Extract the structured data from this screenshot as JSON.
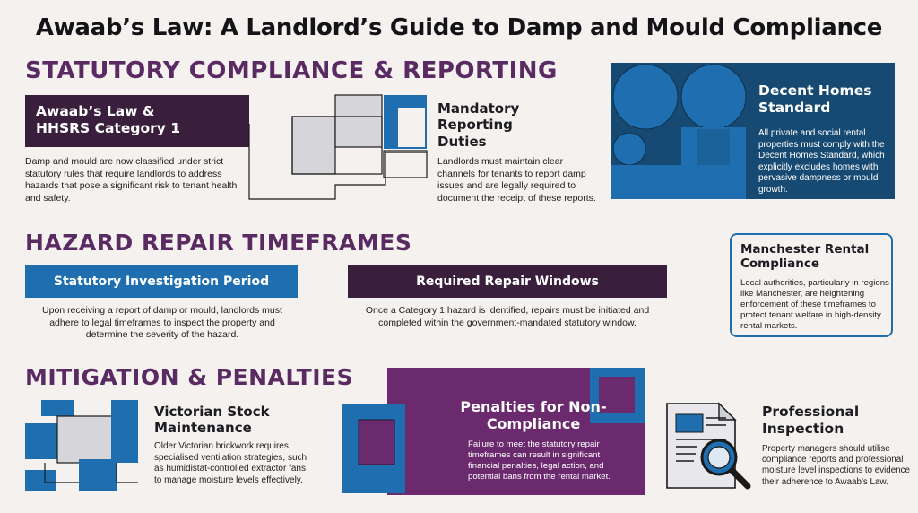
{
  "title": "Awaab’s Law: A Landlord’s Guide to Damp and Mould Compliance",
  "sections": {
    "statutory": {
      "heading": "STATUTORY COMPLIANCE & REPORTING",
      "awaab": {
        "title_line1": "Awaab’s Law &",
        "title_line2": "HHSRS Category 1",
        "text": "Damp and mould are now classified under strict statutory rules that require landlords to address hazards that pose a significant risk to tenant health and safety."
      },
      "reporting": {
        "title": "Mandatory Reporting Duties",
        "text": "Landlords must maintain clear channels for tenants to report damp issues and are legally required to document the receipt of these reports."
      },
      "decent_homes": {
        "title": "Decent Homes Standard",
        "text": "All private and social rental properties must comply with the Decent Homes Standard, which explicitly excludes homes with pervasive dampness or mould growth."
      }
    },
    "timeframes": {
      "heading": "HAZARD REPAIR TIMEFRAMES",
      "investigation": {
        "title": "Statutory Investigation Period",
        "text": "Upon receiving a report of damp or mould, landlords must adhere to legal timeframes to inspect the property and determine the severity of the hazard."
      },
      "repair": {
        "title": "Required Repair Windows",
        "text": "Once a Category 1 hazard is identified, repairs must be initiated and completed within the government-mandated statutory window."
      },
      "manchester": {
        "title": "Manchester Rental Compliance",
        "text": "Local authorities, particularly in regions like Manchester, are heightening enforcement of these timeframes to protect tenant welfare in high-density rental markets."
      }
    },
    "mitigation": {
      "heading": "MITIGATION & PENALTIES",
      "victorian": {
        "title": "Victorian Stock Maintenance",
        "text": "Older Victorian brickwork requires specialised ventilation strategies, such as humidistat-controlled extractor fans, to manage moisture levels effectively."
      },
      "penalties": {
        "title": "Penalties for Non-Compliance",
        "text": "Failure to meet the statutory repair timeframes can result in significant financial penalties, legal action, and potential bans from the rental market."
      },
      "inspection": {
        "title": "Professional Inspection",
        "text": "Property managers should utilise compliance reports and professional moisture level inspections to evidence their adherence to Awaab’s Law."
      }
    }
  },
  "colors": {
    "plum": "#3a1f3d",
    "purple": "#6b2a6e",
    "heading": "#5a2a63",
    "blue": "#1f6fb0",
    "navy": "#174a72",
    "grey": "#d6d6da"
  }
}
